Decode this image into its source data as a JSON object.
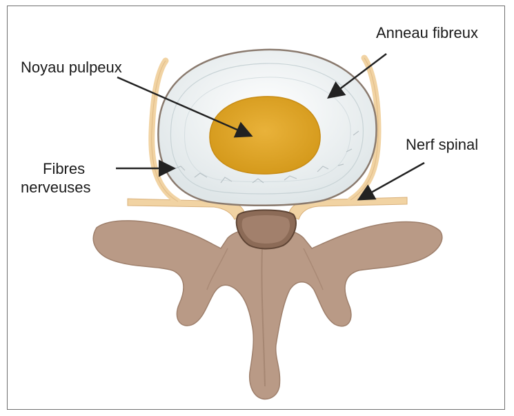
{
  "labels": {
    "annulus": "Anneau fibreux",
    "nucleus": "Noyau pulpeux",
    "nerve": "Nerf spinal",
    "fibres_line1": "Fibres",
    "fibres_line2": "nerveuses"
  },
  "colors": {
    "annulus_fill": "#eef1f2",
    "annulus_rim": "#8a7a6e",
    "nucleus": "#e2a624",
    "bone": "#b99a86",
    "bone_dark": "#9e7f6b",
    "nerve": "#f1d3a3",
    "cord": "#8c6b57",
    "arrow": "#222222"
  }
}
